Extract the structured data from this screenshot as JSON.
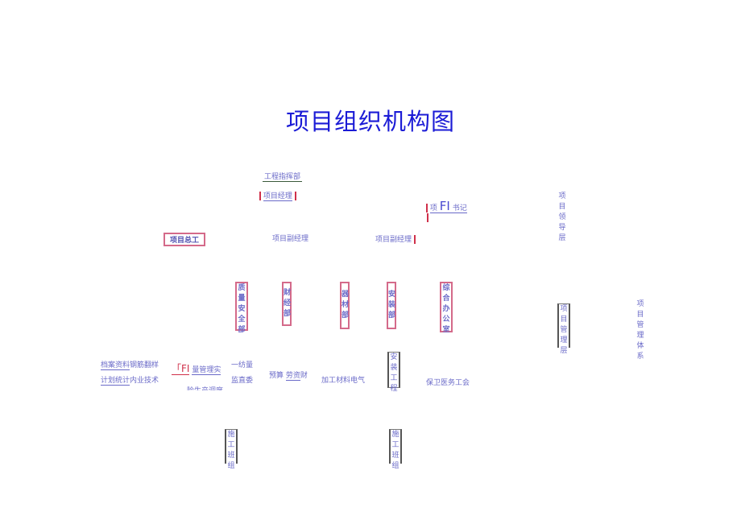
{
  "title": "项目组织机构图",
  "top": {
    "command": "工程指挥部",
    "manager": "项目经理",
    "secretary_a": "项",
    "secretary_fi": "FI",
    "secretary_b": "书记",
    "chief_engineer": "项目总工",
    "vice_manager_1": "项目副经理",
    "vice_manager_2": "项目副经理"
  },
  "layers": {
    "leadership": "项目领导层",
    "management": "项目管理层",
    "system": "项目管理体系"
  },
  "departments": [
    "质量安全部",
    "财经部",
    "器材部",
    "安装部",
    "综合办公室"
  ],
  "duties": {
    "archive": "档案资料",
    "rebar": "钢筋翻样",
    "plan": "计划统计",
    "internal": "内业技术",
    "fi": "「FI",
    "quality": "量管理实",
    "safety": "险生产调度",
    "misc1": "一纺量",
    "misc2": "监直委",
    "budget_a": "预算",
    "budget_b": "劳资",
    "budget_c": "财",
    "material": "加工材料电气",
    "install": "安装工程",
    "security": "保卫医务工会"
  },
  "teams": [
    "施工班组",
    "施工班组"
  ]
}
